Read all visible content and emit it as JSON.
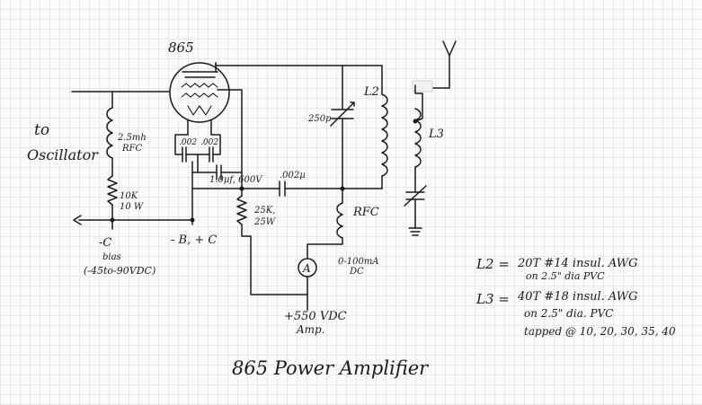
{
  "tube_type": "865",
  "to_oscillator_1": "to",
  "to_oscillator_2": "Oscillator",
  "rfc_1_value": "2.5mh",
  "rfc_1_label": "RFC",
  "grid_cap_1": ".002",
  "grid_cap_2": ".002",
  "bypass_cap": "1.0µf, 600V",
  "coupling_cap": ".002µ",
  "bias_resistor_1": "10K",
  "bias_resistor_2": "10 W",
  "screen_resistor_1": "25K,",
  "screen_resistor_2": "25W",
  "plate_rfc": "RFC",
  "tank_cap": "250p",
  "l2_tag": "L2",
  "l3_tag": "L3",
  "meter_symbol": "A",
  "meter_range_1": "0-100mA",
  "meter_range_2": "DC",
  "bias_c_label": "-C",
  "bias_word": "bias",
  "bias_range": "(-45to-90VDC)",
  "b_minus_label": "- B, + C",
  "hv_supply_1": "+550 VDC",
  "hv_supply_2": "Amp.",
  "l2_spec_eq": "L2 =",
  "l2_spec_1": "20T  #14 insul. AWG",
  "l2_spec_2": "on 2.5\" dia PVC",
  "l3_spec_eq": "L3 =",
  "l3_spec_1": "40T #18 insul. AWG",
  "l3_spec_2": "on 2.5\" dia. PVC",
  "l3_spec_3": "tapped @ 10, 20, 30, 35, 40",
  "title": "865  Power Amplifier"
}
